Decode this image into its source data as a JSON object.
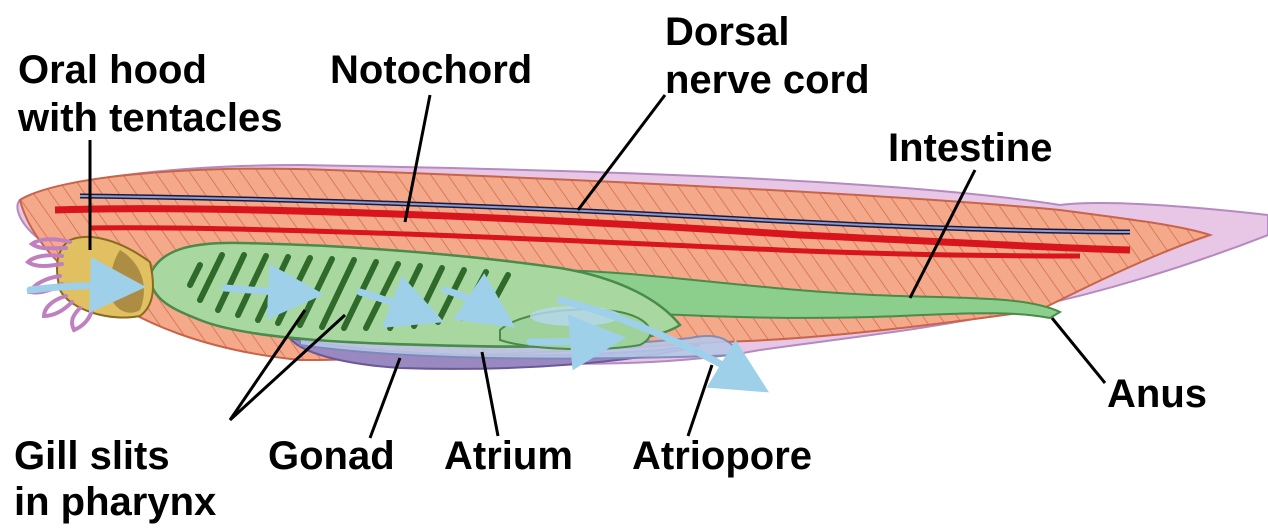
{
  "labels": {
    "oral_hood": [
      "Oral hood",
      "with tentacles"
    ],
    "notochord": "Notochord",
    "dorsal_nerve_cord": [
      "Dorsal",
      "nerve cord"
    ],
    "intestine": "Intestine",
    "anus": "Anus",
    "gill_slits": [
      "Gill slits",
      "in pharynx"
    ],
    "gonad": "Gonad",
    "atrium": "Atrium",
    "atriopore": "Atriopore"
  },
  "colors": {
    "muscle": "#f4a98a",
    "myomere_lines": "#d97a5a",
    "fin": "#e8c6e6",
    "notochord": "#d8141c",
    "nerve_cord": "#1a1a3a",
    "pharynx": "#a8d8a0",
    "gill_bars": "#2f6a2a",
    "intestine": "#8ccf8c",
    "atrium": "#b8c8e8",
    "gonad": "#9a88c0",
    "oral_hood": "#e0c060",
    "water_arrow": "#9fd0ea",
    "leader_line": "#000000"
  }
}
